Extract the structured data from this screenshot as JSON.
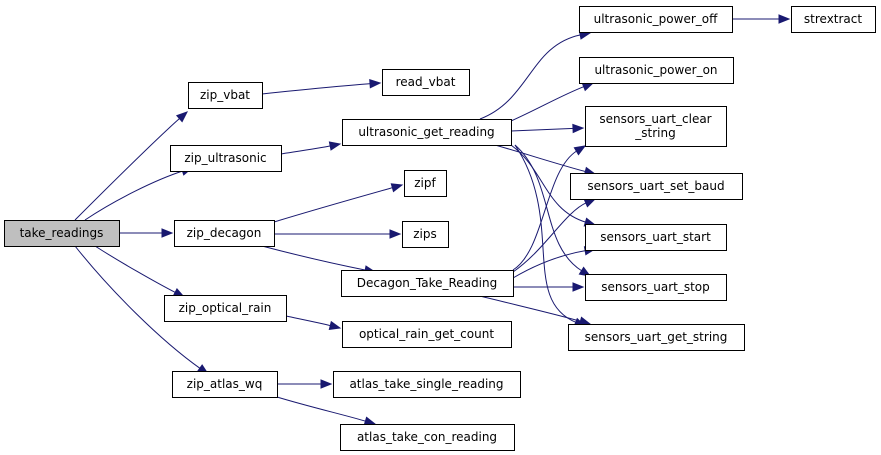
{
  "diagram": {
    "type": "call-graph",
    "colors": {
      "edge": "#191970",
      "node_border": "#000000",
      "root_fill": "#bfbfbf",
      "node_fill": "#ffffff"
    },
    "nodes": [
      {
        "id": "take_readings",
        "lines": [
          "take_readings"
        ],
        "root": true
      },
      {
        "id": "zip_vbat",
        "lines": [
          "zip_vbat"
        ]
      },
      {
        "id": "zip_ultrasonic",
        "lines": [
          "zip_ultrasonic"
        ]
      },
      {
        "id": "zip_decagon",
        "lines": [
          "zip_decagon"
        ]
      },
      {
        "id": "zip_optical_rain",
        "lines": [
          "zip_optical_rain"
        ]
      },
      {
        "id": "zip_atlas_wq",
        "lines": [
          "zip_atlas_wq"
        ]
      },
      {
        "id": "read_vbat",
        "lines": [
          "read_vbat"
        ]
      },
      {
        "id": "ultrasonic_get_reading",
        "lines": [
          "ultrasonic_get_reading"
        ]
      },
      {
        "id": "zipf",
        "lines": [
          "zipf"
        ]
      },
      {
        "id": "zips",
        "lines": [
          "zips"
        ]
      },
      {
        "id": "Decagon_Take_Reading",
        "lines": [
          "Decagon_Take_Reading"
        ]
      },
      {
        "id": "optical_rain_get_count",
        "lines": [
          "optical_rain_get_count"
        ]
      },
      {
        "id": "atlas_take_single_reading",
        "lines": [
          "atlas_take_single_reading"
        ]
      },
      {
        "id": "atlas_take_con_reading",
        "lines": [
          "atlas_take_con_reading"
        ]
      },
      {
        "id": "ultrasonic_power_off",
        "lines": [
          "ultrasonic_power_off"
        ]
      },
      {
        "id": "ultrasonic_power_on",
        "lines": [
          "ultrasonic_power_on"
        ]
      },
      {
        "id": "sensors_uart_clear_string",
        "lines": [
          "sensors_uart_clear",
          "_string"
        ]
      },
      {
        "id": "sensors_uart_set_baud",
        "lines": [
          "sensors_uart_set_baud"
        ]
      },
      {
        "id": "sensors_uart_start",
        "lines": [
          "sensors_uart_start"
        ]
      },
      {
        "id": "sensors_uart_stop",
        "lines": [
          "sensors_uart_stop"
        ]
      },
      {
        "id": "sensors_uart_get_string",
        "lines": [
          "sensors_uart_get_string"
        ]
      },
      {
        "id": "strextract",
        "lines": [
          "strextract"
        ]
      }
    ],
    "edges": [
      {
        "from": "take_readings",
        "to": "zip_vbat"
      },
      {
        "from": "take_readings",
        "to": "zip_ultrasonic"
      },
      {
        "from": "take_readings",
        "to": "zip_decagon"
      },
      {
        "from": "take_readings",
        "to": "zip_optical_rain"
      },
      {
        "from": "take_readings",
        "to": "zip_atlas_wq"
      },
      {
        "from": "zip_vbat",
        "to": "read_vbat"
      },
      {
        "from": "zip_ultrasonic",
        "to": "ultrasonic_get_reading"
      },
      {
        "from": "zip_decagon",
        "to": "zipf"
      },
      {
        "from": "zip_decagon",
        "to": "zips"
      },
      {
        "from": "zip_decagon",
        "to": "Decagon_Take_Reading"
      },
      {
        "from": "zip_optical_rain",
        "to": "optical_rain_get_count"
      },
      {
        "from": "zip_atlas_wq",
        "to": "atlas_take_single_reading"
      },
      {
        "from": "zip_atlas_wq",
        "to": "atlas_take_con_reading"
      },
      {
        "from": "ultrasonic_get_reading",
        "to": "ultrasonic_power_off"
      },
      {
        "from": "ultrasonic_get_reading",
        "to": "ultrasonic_power_on"
      },
      {
        "from": "ultrasonic_get_reading",
        "to": "sensors_uart_clear_string"
      },
      {
        "from": "ultrasonic_get_reading",
        "to": "sensors_uart_set_baud"
      },
      {
        "from": "ultrasonic_get_reading",
        "to": "sensors_uart_start"
      },
      {
        "from": "ultrasonic_get_reading",
        "to": "sensors_uart_stop"
      },
      {
        "from": "ultrasonic_get_reading",
        "to": "sensors_uart_get_string"
      },
      {
        "from": "Decagon_Take_Reading",
        "to": "sensors_uart_clear_string"
      },
      {
        "from": "Decagon_Take_Reading",
        "to": "sensors_uart_set_baud"
      },
      {
        "from": "Decagon_Take_Reading",
        "to": "sensors_uart_start"
      },
      {
        "from": "Decagon_Take_Reading",
        "to": "sensors_uart_stop"
      },
      {
        "from": "Decagon_Take_Reading",
        "to": "sensors_uart_get_string"
      },
      {
        "from": "ultrasonic_power_off",
        "to": "strextract"
      }
    ]
  }
}
